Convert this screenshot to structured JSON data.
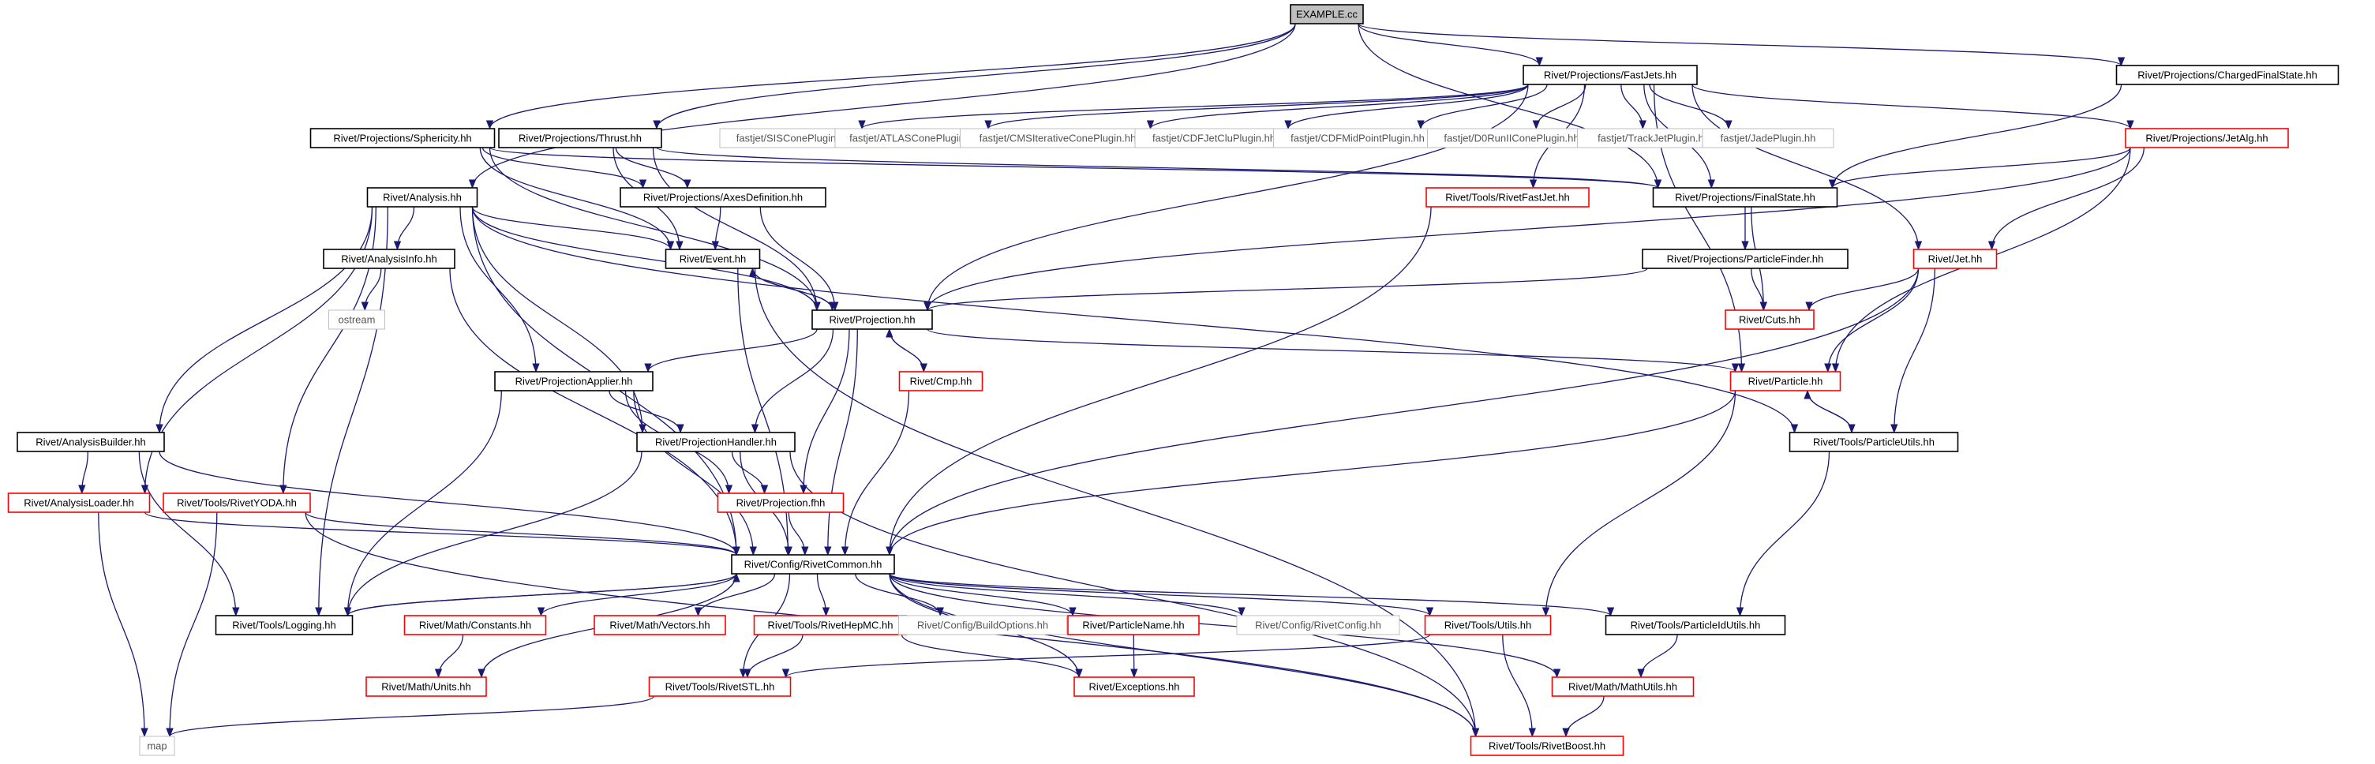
{
  "colors": {
    "edge": "#191970",
    "root_fill": "#bfbfbf",
    "normal_border": "#000000",
    "red_border": "#ff0000",
    "gray_border": "#bfbfbf",
    "normal_text": "#000000",
    "gray_text": "#555555"
  },
  "nodes": [
    {
      "id": "example",
      "label": "EXAMPLE.cc",
      "style": "root"
    },
    {
      "id": "fastjets",
      "label": "Rivet/Projections/FastJets.hh",
      "style": "normal"
    },
    {
      "id": "chargedfs",
      "label": "Rivet/Projections/ChargedFinalState.hh",
      "style": "normal"
    },
    {
      "id": "sphericity",
      "label": "Rivet/Projections/Sphericity.hh",
      "style": "normal"
    },
    {
      "id": "thrust",
      "label": "Rivet/Projections/Thrust.hh",
      "style": "normal"
    },
    {
      "id": "siscone",
      "label": "fastjet/SISConePlugin.hh",
      "style": "gray"
    },
    {
      "id": "atlascone",
      "label": "fastjet/ATLASConePlugin.hh",
      "style": "gray"
    },
    {
      "id": "cmsit",
      "label": "fastjet/CMSIterativeConePlugin.hh",
      "style": "gray"
    },
    {
      "id": "cdfjetclu",
      "label": "fastjet/CDFJetCluPlugin.hh",
      "style": "gray"
    },
    {
      "id": "cdfmid",
      "label": "fastjet/CDFMidPointPlugin.hh",
      "style": "gray"
    },
    {
      "id": "d0run",
      "label": "fastjet/D0RunIIConePlugin.hh",
      "style": "gray"
    },
    {
      "id": "trackjet",
      "label": "fastjet/TrackJetPlugin.hh",
      "style": "gray"
    },
    {
      "id": "jade",
      "label": "fastjet/JadePlugin.hh",
      "style": "gray"
    },
    {
      "id": "jetalg",
      "label": "Rivet/Projections/JetAlg.hh",
      "style": "red"
    },
    {
      "id": "analysis",
      "label": "Rivet/Analysis.hh",
      "style": "normal"
    },
    {
      "id": "axesdef",
      "label": "Rivet/Projections/AxesDefinition.hh",
      "style": "normal"
    },
    {
      "id": "rivetfastjet",
      "label": "Rivet/Tools/RivetFastJet.hh",
      "style": "red"
    },
    {
      "id": "finalstate",
      "label": "Rivet/Projections/FinalState.hh",
      "style": "normal"
    },
    {
      "id": "analysisinfo",
      "label": "Rivet/AnalysisInfo.hh",
      "style": "normal"
    },
    {
      "id": "event",
      "label": "Rivet/Event.hh",
      "style": "normal"
    },
    {
      "id": "particlefinder",
      "label": "Rivet/Projections/ParticleFinder.hh",
      "style": "normal"
    },
    {
      "id": "jet",
      "label": "Rivet/Jet.hh",
      "style": "red"
    },
    {
      "id": "ostream",
      "label": "ostream",
      "style": "gray"
    },
    {
      "id": "projection",
      "label": "Rivet/Projection.hh",
      "style": "normal"
    },
    {
      "id": "cuts",
      "label": "Rivet/Cuts.hh",
      "style": "red"
    },
    {
      "id": "projapplier",
      "label": "Rivet/ProjectionApplier.hh",
      "style": "normal"
    },
    {
      "id": "cmp",
      "label": "Rivet/Cmp.hh",
      "style": "red"
    },
    {
      "id": "particle",
      "label": "Rivet/Particle.hh",
      "style": "red"
    },
    {
      "id": "analysisbuilder",
      "label": "Rivet/AnalysisBuilder.hh",
      "style": "normal"
    },
    {
      "id": "projhandler",
      "label": "Rivet/ProjectionHandler.hh",
      "style": "normal"
    },
    {
      "id": "particleutils",
      "label": "Rivet/Tools/ParticleUtils.hh",
      "style": "normal"
    },
    {
      "id": "analysisloader",
      "label": "Rivet/AnalysisLoader.hh",
      "style": "red"
    },
    {
      "id": "rivetyoda",
      "label": "Rivet/Tools/RivetYODA.hh",
      "style": "red"
    },
    {
      "id": "projfhh",
      "label": "Rivet/Projection.fhh",
      "style": "red"
    },
    {
      "id": "rivetcommon",
      "label": "Rivet/Config/RivetCommon.hh",
      "style": "normal"
    },
    {
      "id": "logging",
      "label": "Rivet/Tools/Logging.hh",
      "style": "normal"
    },
    {
      "id": "constants",
      "label": "Rivet/Math/Constants.hh",
      "style": "red"
    },
    {
      "id": "vectors",
      "label": "Rivet/Math/Vectors.hh",
      "style": "red"
    },
    {
      "id": "rivethepmc",
      "label": "Rivet/Tools/RivetHepMC.hh",
      "style": "red"
    },
    {
      "id": "buildoptions",
      "label": "Rivet/Config/BuildOptions.hh",
      "style": "gray"
    },
    {
      "id": "particlename",
      "label": "Rivet/ParticleName.hh",
      "style": "red"
    },
    {
      "id": "rivetconfig",
      "label": "Rivet/Config/RivetConfig.hh",
      "style": "gray"
    },
    {
      "id": "toolsutils",
      "label": "Rivet/Tools/Utils.hh",
      "style": "red"
    },
    {
      "id": "particleidutils",
      "label": "Rivet/Tools/ParticleIdUtils.hh",
      "style": "normal"
    },
    {
      "id": "units",
      "label": "Rivet/Math/Units.hh",
      "style": "red"
    },
    {
      "id": "rivetstl",
      "label": "Rivet/Tools/RivetSTL.hh",
      "style": "red"
    },
    {
      "id": "exceptions",
      "label": "Rivet/Exceptions.hh",
      "style": "red"
    },
    {
      "id": "mathutils",
      "label": "Rivet/Math/MathUtils.hh",
      "style": "red"
    },
    {
      "id": "map",
      "label": "map",
      "style": "gray"
    },
    {
      "id": "rivetboost",
      "label": "Rivet/Tools/RivetBoost.hh",
      "style": "red"
    }
  ],
  "edges": [
    [
      "example",
      "fastjets"
    ],
    [
      "example",
      "chargedfs"
    ],
    [
      "example",
      "sphericity"
    ],
    [
      "example",
      "thrust"
    ],
    [
      "example",
      "analysis"
    ],
    [
      "example",
      "finalstate"
    ],
    [
      "fastjets",
      "siscone"
    ],
    [
      "fastjets",
      "atlascone"
    ],
    [
      "fastjets",
      "cmsit"
    ],
    [
      "fastjets",
      "cdfjetclu"
    ],
    [
      "fastjets",
      "cdfmid"
    ],
    [
      "fastjets",
      "d0run"
    ],
    [
      "fastjets",
      "trackjet"
    ],
    [
      "fastjets",
      "jade"
    ],
    [
      "fastjets",
      "jetalg"
    ],
    [
      "fastjets",
      "rivetfastjet"
    ],
    [
      "fastjets",
      "finalstate"
    ],
    [
      "fastjets",
      "jet"
    ],
    [
      "fastjets",
      "particle"
    ],
    [
      "fastjets",
      "projection"
    ],
    [
      "chargedfs",
      "finalstate"
    ],
    [
      "sphericity",
      "axesdef"
    ],
    [
      "sphericity",
      "event"
    ],
    [
      "sphericity",
      "projection"
    ],
    [
      "sphericity",
      "finalstate"
    ],
    [
      "thrust",
      "axesdef"
    ],
    [
      "thrust",
      "event"
    ],
    [
      "thrust",
      "projection"
    ],
    [
      "thrust",
      "finalstate"
    ],
    [
      "jetalg",
      "finalstate"
    ],
    [
      "jetalg",
      "jet"
    ],
    [
      "jetalg",
      "particle"
    ],
    [
      "jetalg",
      "projection"
    ],
    [
      "analysis",
      "analysisinfo"
    ],
    [
      "analysis",
      "event"
    ],
    [
      "analysis",
      "projection"
    ],
    [
      "analysis",
      "projapplier"
    ],
    [
      "analysis",
      "projhandler"
    ],
    [
      "analysis",
      "analysisbuilder"
    ],
    [
      "analysis",
      "analysisloader"
    ],
    [
      "analysis",
      "rivetyoda"
    ],
    [
      "analysis",
      "logging"
    ],
    [
      "analysis",
      "rivetcommon"
    ],
    [
      "analysis",
      "particleutils"
    ],
    [
      "axesdef",
      "event"
    ],
    [
      "axesdef",
      "projection"
    ],
    [
      "rivetfastjet",
      "rivetcommon"
    ],
    [
      "finalstate",
      "particlefinder"
    ],
    [
      "finalstate",
      "cuts"
    ],
    [
      "particlefinder",
      "projection"
    ],
    [
      "particlefinder",
      "cuts"
    ],
    [
      "analysisinfo",
      "ostream"
    ],
    [
      "analysisinfo",
      "rivetcommon"
    ],
    [
      "event",
      "projection"
    ],
    [
      "event",
      "rivetcommon"
    ],
    [
      "event",
      "rivetboost"
    ],
    [
      "projection",
      "event"
    ],
    [
      "projection",
      "cmp"
    ],
    [
      "projection",
      "projapplier"
    ],
    [
      "projection",
      "projhandler"
    ],
    [
      "projection",
      "projfhh"
    ],
    [
      "projection",
      "rivetcommon"
    ],
    [
      "projection",
      "particle"
    ],
    [
      "jet",
      "cuts"
    ],
    [
      "jet",
      "particle"
    ],
    [
      "jet",
      "particleutils"
    ],
    [
      "jet",
      "rivetcommon"
    ],
    [
      "projapplier",
      "projhandler"
    ],
    [
      "projapplier",
      "projfhh"
    ],
    [
      "projapplier",
      "logging"
    ],
    [
      "projapplier",
      "rivetcommon"
    ],
    [
      "cmp",
      "projection"
    ],
    [
      "cmp",
      "rivetcommon"
    ],
    [
      "particle",
      "particleutils"
    ],
    [
      "particle",
      "rivetcommon"
    ],
    [
      "particle",
      "toolsutils"
    ],
    [
      "analysisbuilder",
      "analysisloader"
    ],
    [
      "analysisbuilder",
      "logging"
    ],
    [
      "analysisbuilder",
      "rivetcommon"
    ],
    [
      "projhandler",
      "projfhh"
    ],
    [
      "projhandler",
      "logging"
    ],
    [
      "projhandler",
      "rivetcommon"
    ],
    [
      "projhandler",
      "rivetboost"
    ],
    [
      "particleutils",
      "particle"
    ],
    [
      "particleutils",
      "particleidutils"
    ],
    [
      "analysisloader",
      "map"
    ],
    [
      "analysisloader",
      "rivetcommon"
    ],
    [
      "rivetyoda",
      "map"
    ],
    [
      "rivetyoda",
      "rivetboost"
    ],
    [
      "rivetyoda",
      "rivetcommon"
    ],
    [
      "projfhh",
      "rivetcommon"
    ],
    [
      "rivetcommon",
      "logging"
    ],
    [
      "rivetcommon",
      "constants"
    ],
    [
      "rivetcommon",
      "vectors"
    ],
    [
      "rivetcommon",
      "rivethepmc"
    ],
    [
      "rivetcommon",
      "buildoptions"
    ],
    [
      "rivetcommon",
      "particlename"
    ],
    [
      "rivetcommon",
      "rivetconfig"
    ],
    [
      "rivetcommon",
      "toolsutils"
    ],
    [
      "rivetcommon",
      "particleidutils"
    ],
    [
      "rivetcommon",
      "units"
    ],
    [
      "rivetcommon",
      "rivetstl"
    ],
    [
      "rivetcommon",
      "exceptions"
    ],
    [
      "rivetcommon",
      "mathutils"
    ],
    [
      "rivetcommon",
      "rivetboost"
    ],
    [
      "logging",
      "rivetcommon"
    ],
    [
      "constants",
      "units"
    ],
    [
      "rivethepmc",
      "rivetstl"
    ],
    [
      "rivethepmc",
      "exceptions"
    ],
    [
      "particlename",
      "exceptions"
    ],
    [
      "toolsutils",
      "rivetstl"
    ],
    [
      "toolsutils",
      "rivetboost"
    ],
    [
      "particleidutils",
      "mathutils"
    ],
    [
      "rivetstl",
      "map"
    ],
    [
      "mathutils",
      "rivetboost"
    ]
  ]
}
